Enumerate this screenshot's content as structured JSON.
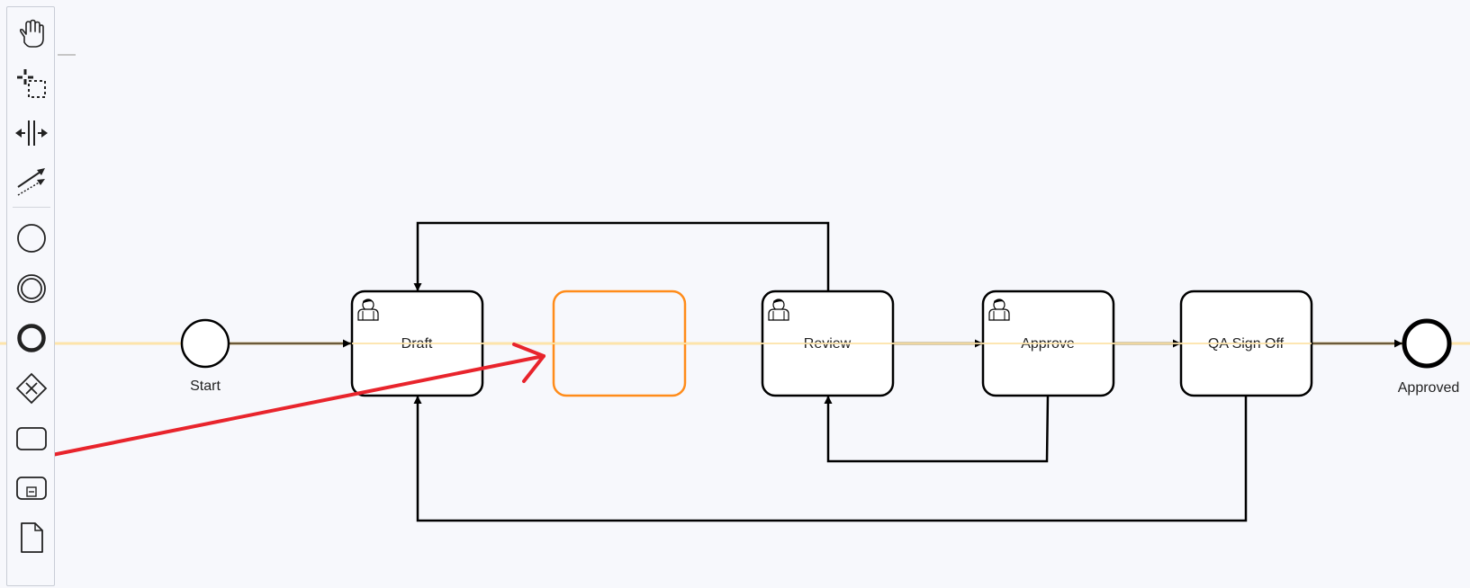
{
  "palette": {
    "tools": [
      {
        "name": "hand-tool",
        "icon": "hand-icon"
      },
      {
        "name": "lasso-tool",
        "icon": "lasso-icon"
      },
      {
        "name": "space-tool",
        "icon": "space-icon"
      },
      {
        "name": "global-connect-tool",
        "icon": "connect-icon"
      },
      {
        "name": "create-start-event",
        "icon": "start-event-icon"
      },
      {
        "name": "create-intermediate-event",
        "icon": "intermediate-event-icon"
      },
      {
        "name": "create-end-event",
        "icon": "end-event-icon"
      },
      {
        "name": "create-gateway",
        "icon": "gateway-icon"
      },
      {
        "name": "create-task",
        "icon": "task-icon"
      },
      {
        "name": "create-subprocess",
        "icon": "subprocess-icon"
      },
      {
        "name": "create-data-object",
        "icon": "data-object-icon"
      }
    ]
  },
  "diagram": {
    "start_event": {
      "label": "Start"
    },
    "tasks": {
      "draft": {
        "label": "Draft",
        "type": "user-task"
      },
      "review": {
        "label": "Review",
        "type": "user-task"
      },
      "approve": {
        "label": "Approve",
        "type": "user-task"
      },
      "qa_sign_off": {
        "label": "QA Sign Off",
        "type": "task"
      }
    },
    "end_event": {
      "label": "Approved"
    },
    "placeholder_task": {
      "label": ""
    }
  },
  "colors": {
    "stroke": "#000000",
    "guideline": "#fde7b0",
    "highlight": "#ff8c1a",
    "annotation_arrow": "#e8242c",
    "background": "#f7f8fc"
  }
}
